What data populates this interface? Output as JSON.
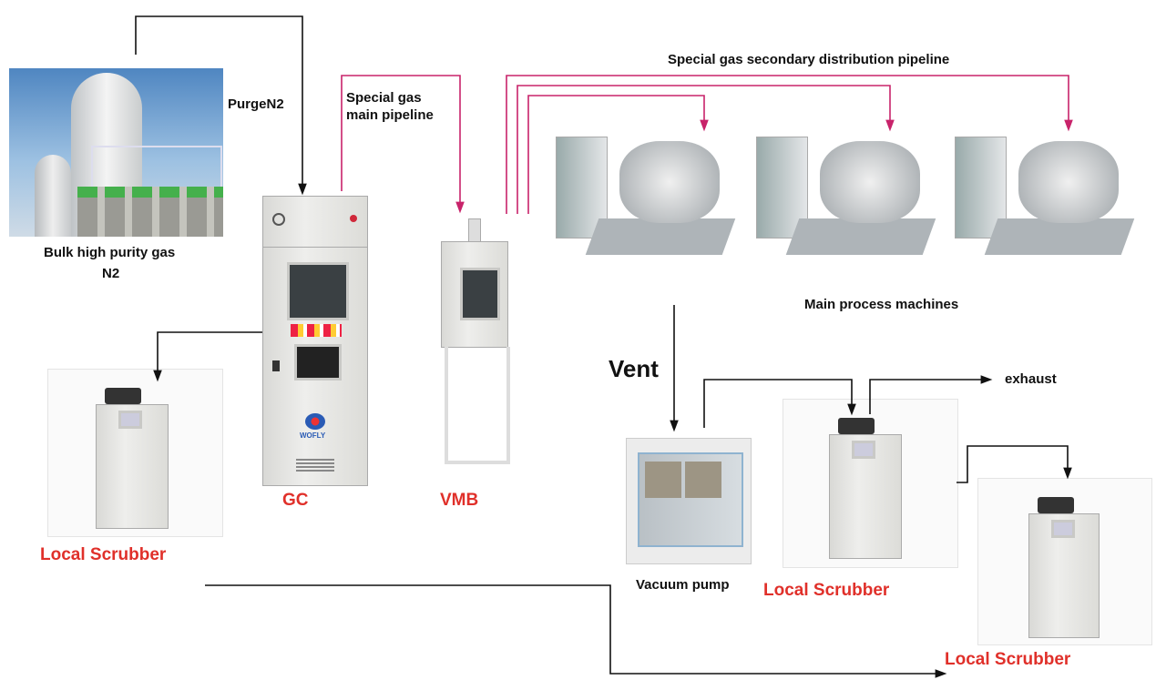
{
  "labels": {
    "bulk_gas_line1": "Bulk high purity gas",
    "bulk_gas_line2": "N2",
    "purge": "PurgeN2",
    "main_pipeline_line1": "Special gas",
    "main_pipeline_line2": "main pipeline",
    "secondary_pipeline": "Special gas secondary distribution pipeline",
    "process_machines": "Main process machines",
    "vent": "Vent",
    "exhaust": "exhaust",
    "vacuum_pump": "Vacuum pump",
    "gc": "GC",
    "vmb": "VMB",
    "scrubber_1": "Local Scrubber",
    "scrubber_2": "Local Scrubber",
    "scrubber_3": "Local Scrubber",
    "brand_logo": "WOFLY"
  },
  "colors": {
    "special_gas_line": "#c8236a",
    "flow_line": "#111111",
    "equipment_label": "#e0302a"
  }
}
